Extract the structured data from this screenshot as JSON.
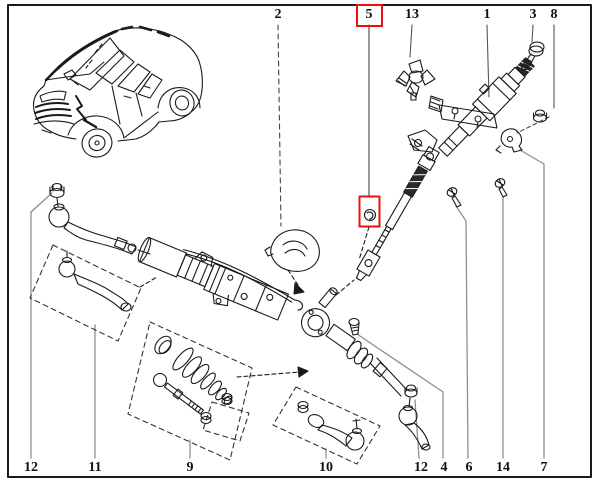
{
  "diagram": {
    "description": "Exploded parts diagram of steering gear, tie rods and steering column with vehicle overview drawing",
    "background_color": "#ffffff",
    "line_color": "#1a1a1a",
    "leader_line_color": "#8f8f8f",
    "highlight_color": "#e81010",
    "selected_callout": "5"
  },
  "callouts": {
    "top": [
      {
        "label": "2"
      },
      {
        "label": "5",
        "highlighted": true
      },
      {
        "label": "13"
      },
      {
        "label": "1"
      },
      {
        "label": "3"
      },
      {
        "label": "8"
      }
    ],
    "bottom": [
      {
        "label": "12"
      },
      {
        "label": "11"
      },
      {
        "label": "9"
      },
      {
        "label": "10"
      },
      {
        "label": "12"
      },
      {
        "label": "4"
      },
      {
        "label": "6"
      },
      {
        "label": "14"
      },
      {
        "label": "7"
      }
    ]
  }
}
